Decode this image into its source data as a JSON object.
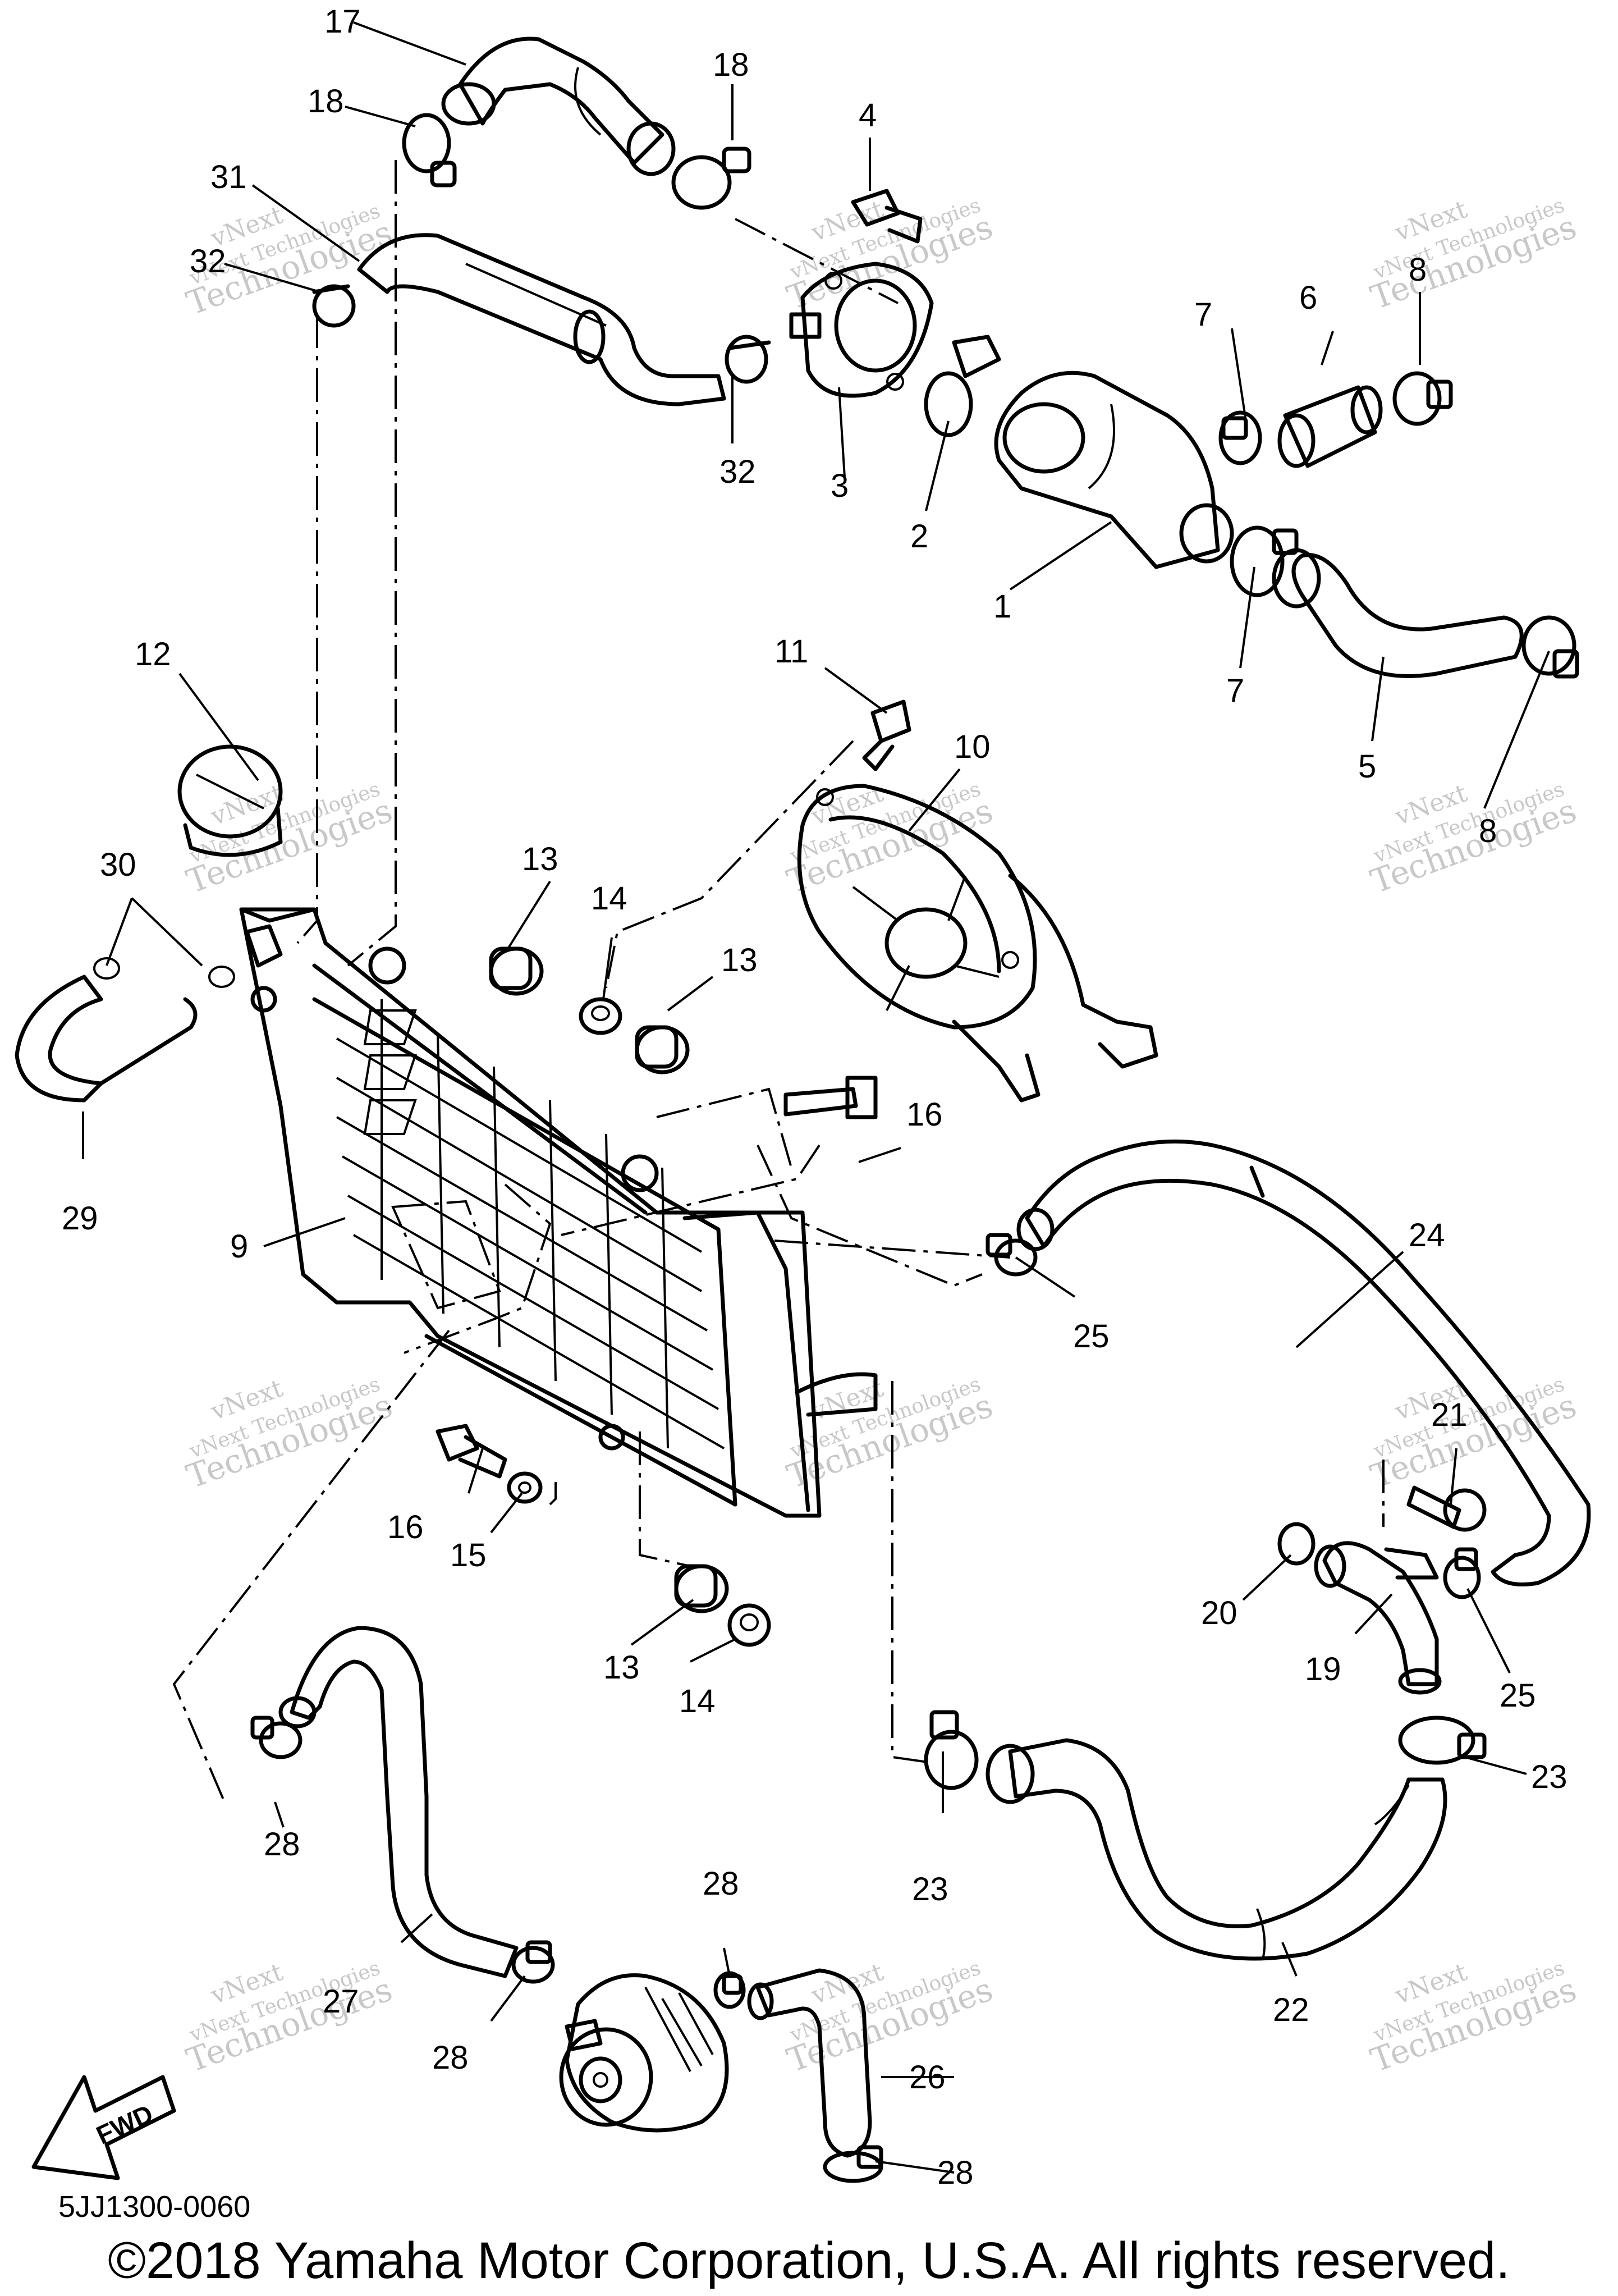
{
  "diagram_code": "5JJ1300-0060",
  "copyright": "©2018 Yamaha Motor Corporation, U.S.A. All rights reserved.",
  "fwd_label": "FWD",
  "watermark": {
    "line1": "vNext",
    "line2": "vNext Technologies",
    "line3": "Technologies"
  },
  "callouts": [
    "17",
    "18",
    "18",
    "4",
    "31",
    "32",
    "32",
    "3",
    "2",
    "7",
    "6",
    "8",
    "1",
    "7",
    "5",
    "8",
    "12",
    "11",
    "10",
    "30",
    "13",
    "14",
    "13",
    "16",
    "29",
    "9",
    "24",
    "25",
    "21",
    "16",
    "15",
    "20",
    "25",
    "19",
    "13",
    "14",
    "23",
    "28",
    "28",
    "23",
    "22",
    "27",
    "28",
    "26",
    "28"
  ]
}
